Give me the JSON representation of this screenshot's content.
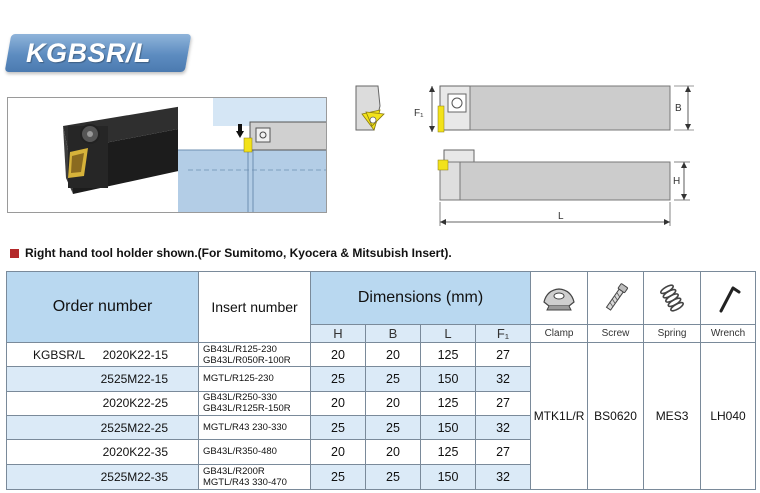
{
  "title": "KGBSR/L",
  "note": "Right hand tool holder shown.(For Sumitomo, Kyocera & Mitsubish  Insert).",
  "diagram_labels": {
    "f1": "F₁",
    "b": "B",
    "h": "H",
    "l": "L"
  },
  "table": {
    "headers": {
      "order": "Order number",
      "insert": "Insert number",
      "dimensions": "Dimensions (mm)",
      "dims": [
        "H",
        "B",
        "L",
        "F₁"
      ],
      "accessories": [
        "Clamp",
        "Screw",
        "Spring",
        "Wrench"
      ]
    },
    "prefix": "KGBSR/L",
    "rows": [
      {
        "order": "2020K22-15",
        "h": "20",
        "b": "20",
        "l": "125",
        "f1": "27"
      },
      {
        "order": "2525M22-15",
        "h": "25",
        "b": "25",
        "l": "150",
        "f1": "32"
      },
      {
        "order": "2020K22-25",
        "h": "20",
        "b": "20",
        "l": "125",
        "f1": "27"
      },
      {
        "order": "2525M22-25",
        "h": "25",
        "b": "25",
        "l": "150",
        "f1": "32"
      },
      {
        "order": "2020K22-35",
        "h": "20",
        "b": "20",
        "l": "125",
        "f1": "27"
      },
      {
        "order": "2525M22-35",
        "h": "25",
        "b": "25",
        "l": "150",
        "f1": "32"
      }
    ],
    "inserts": [
      [
        "GB43L/R125-230",
        "GB43L/R050R-100R",
        "MGTL/R125-230"
      ],
      [
        "GB43L/R250-330",
        "GB43L/R125R-150R",
        "MGTL/R43 230-330"
      ],
      [
        "GB43L/R350-480",
        "GB43L/R200R",
        "MGTL/R43 330-470"
      ]
    ],
    "accessories": {
      "clamp": "MTK1L/R",
      "screw": "BS0620",
      "spring": "MES3",
      "wrench": "LH040"
    }
  },
  "colors": {
    "badge": "#5d8cc0",
    "header_blue": "#b9d8f0",
    "row_shade": "#dbeaf7",
    "insert_yellow": "#f2e21a",
    "bullet": "#b3292a"
  },
  "icons": [
    "clamp-icon",
    "screw-icon",
    "spring-icon",
    "wrench-icon"
  ]
}
